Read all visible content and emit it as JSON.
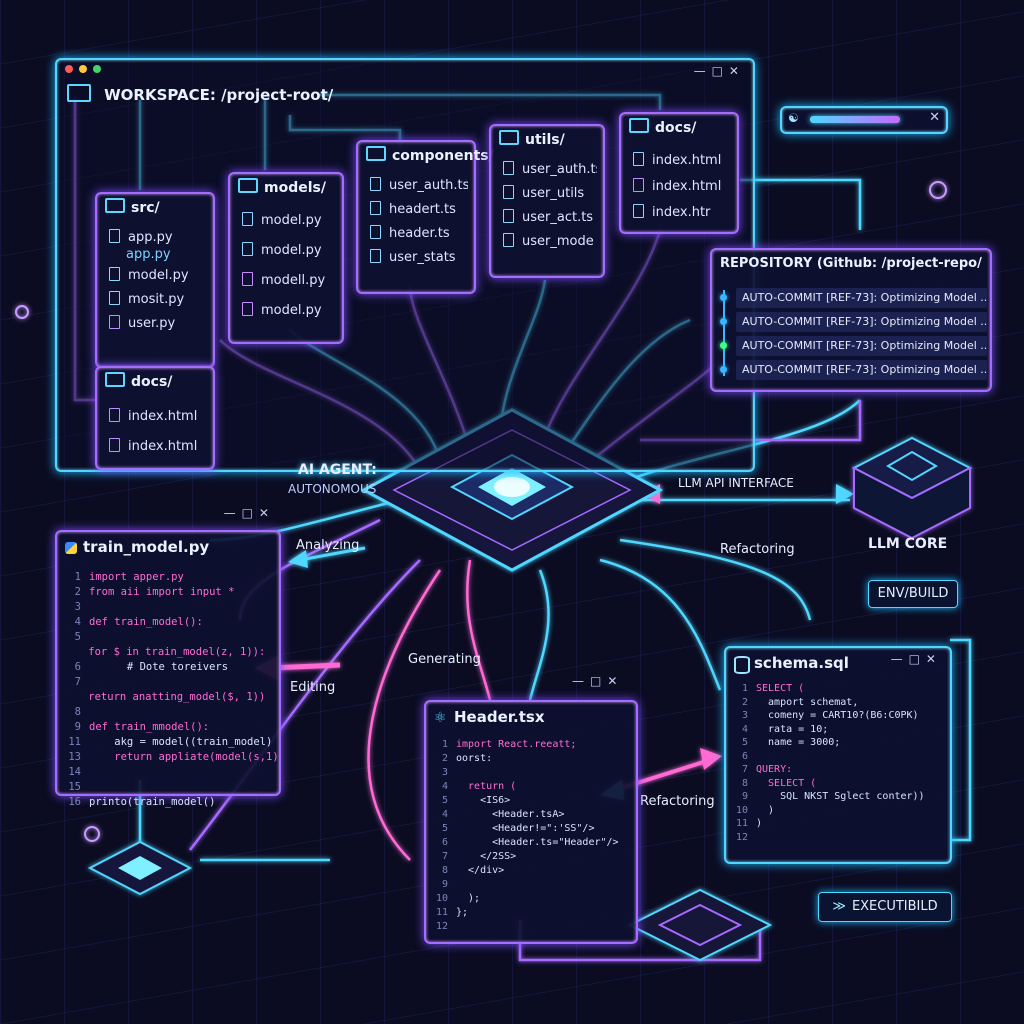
{
  "workspace": {
    "title": "WORKSPACE: /project-root/"
  },
  "folders": {
    "src": {
      "name": "src/",
      "files": [
        "app.py",
        "model.py",
        "mosit.py",
        "user.py"
      ],
      "ghost": "app.py"
    },
    "models": {
      "name": "models/",
      "files": [
        "model.py",
        "model.py",
        "modell.py",
        "model.py"
      ]
    },
    "components": {
      "name": "components/",
      "files": [
        "user_auth.ts",
        "headert.ts",
        "header.ts",
        "user_stats"
      ]
    },
    "utils": {
      "name": "utils/",
      "files": [
        "user_auth.ts",
        "user_utils",
        "user_act.ts",
        "user_mode"
      ]
    },
    "docs_top": {
      "name": "docs/",
      "files": [
        "index.html",
        "index.html",
        "index.htr"
      ]
    },
    "docs_left": {
      "name": "docs/",
      "files": [
        "index.html",
        "index.html"
      ]
    }
  },
  "repository": {
    "title": "REPOSITORY (Github: /project-repo/",
    "commits": [
      "AUTO-COMMIT [REF-73]: Optimizing Model ...",
      "AUTO-COMMIT [REF-73]: Optimizing Model ...",
      "AUTO-COMMIT [REF-73]: Optimizing Model ...",
      "AUTO-COMMIT [REF-73]: Optimizing Model ..."
    ]
  },
  "agent": {
    "title": "AI AGENT:",
    "subtitle": "AUTONOMOUS"
  },
  "llm": {
    "api_label": "LLM API INTERFACE",
    "core_label": "LLM CORE"
  },
  "env_build": "ENV/BUILD",
  "execut_build": "EXECUTIBILD",
  "actions": {
    "analyzing": "Analyzing",
    "editing": "Editing",
    "generating": "Generating",
    "refactoring_top": "Refactoring",
    "refactoring_mid": "Refactoring"
  },
  "train_model": {
    "title": "train_model.py",
    "lines": [
      {
        "n": "1",
        "t": "import apper.py"
      },
      {
        "n": "2",
        "t": "from aii import input *"
      },
      {
        "n": "3",
        "t": ""
      },
      {
        "n": "4",
        "t": "def train_model():"
      },
      {
        "n": "5",
        "t": "    for $ in train_model(z, 1)):"
      },
      {
        "n": "6",
        "t": "      # Dote toreivers"
      },
      {
        "n": "7",
        "t": "    return anatting_model($, 1))"
      },
      {
        "n": "8",
        "t": ""
      },
      {
        "n": "9",
        "t": "def train_mmodel():"
      },
      {
        "n": "11",
        "t": "    akg = model((train_model)"
      },
      {
        "n": "13",
        "t": "    return appliate(model(s,1)"
      },
      {
        "n": "14",
        "t": ""
      },
      {
        "n": "15",
        "t": ""
      },
      {
        "n": "16",
        "t": "printo(train_model()"
      }
    ]
  },
  "header_tsx": {
    "title": "Header.tsx",
    "lines": [
      {
        "n": "1",
        "t": "import React.reeatt;"
      },
      {
        "n": "2",
        "t": "oorst:"
      },
      {
        "n": "3",
        "t": ""
      },
      {
        "n": "4",
        "t": "  return ("
      },
      {
        "n": "5",
        "t": "    <IS6>"
      },
      {
        "n": "4",
        "t": "      <Header.tsA>"
      },
      {
        "n": "5",
        "t": "      <Header!=\":'SS\"/>"
      },
      {
        "n": "6",
        "t": "      <Header.ts=\"Header\"/>"
      },
      {
        "n": "7",
        "t": "    </2SS>"
      },
      {
        "n": "8",
        "t": "  </div>"
      },
      {
        "n": "9",
        "t": ""
      },
      {
        "n": "10",
        "t": "  );"
      },
      {
        "n": "11",
        "t": "};"
      },
      {
        "n": "12",
        "t": ""
      }
    ]
  },
  "schema_sql": {
    "title": "schema.sql",
    "lines": [
      {
        "n": "1",
        "t": "SELECT ("
      },
      {
        "n": "2",
        "t": "  amport schemat,"
      },
      {
        "n": "3",
        "t": "  comeny = CART10?(B6:C0PK)"
      },
      {
        "n": "4",
        "t": "  rata = 10;"
      },
      {
        "n": "5",
        "t": "  name = 3000;"
      },
      {
        "n": "6",
        "t": ""
      },
      {
        "n": "7",
        "t": "QUERY:"
      },
      {
        "n": "8",
        "t": "  SELECT ("
      },
      {
        "n": "9",
        "t": "    SQL NKST Sglect conter))"
      },
      {
        "n": "10",
        "t": "  )"
      },
      {
        "n": "11",
        "t": ")"
      },
      {
        "n": "12",
        "t": ""
      }
    ]
  },
  "colors": {
    "background": "#0b0c22",
    "cyan": "#4fd7ff",
    "purple": "#a66bff",
    "magenta": "#ff6bd5"
  }
}
